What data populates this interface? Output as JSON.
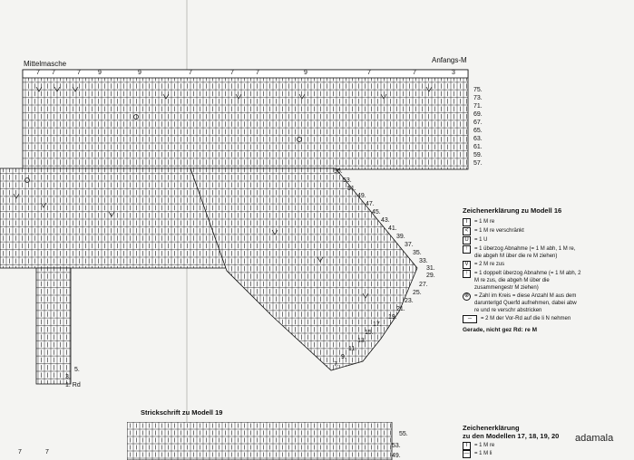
{
  "page": {
    "top_left_label": "Mittelmasche",
    "top_right_label": "Anfangs-M",
    "watermark": "adamala"
  },
  "chart_top": {
    "repeat_numbers": [
      "7",
      "7",
      "7",
      "9",
      "9",
      "7",
      "7",
      "7",
      "9",
      "7",
      "7",
      "3"
    ],
    "row_labels_right": [
      "75.",
      "73.",
      "71.",
      "69.",
      "67.",
      "65.",
      "63.",
      "61.",
      "59.",
      "57."
    ],
    "row_labels_diag": [
      "55.",
      "53.",
      "51.",
      "49.",
      "47.",
      "45.",
      "43.",
      "41.",
      "39.",
      "37.",
      "35.",
      "33.",
      "31.",
      "29.",
      "27.",
      "25.",
      "23.",
      "21.",
      "19.",
      "17.",
      "15.",
      "13.",
      "11.",
      "9.",
      "7."
    ],
    "row_labels_left": [
      "5.",
      "3.",
      "1. Rd"
    ]
  },
  "legend_16": {
    "title": "Zeichenerklärung zu Modell 16",
    "items": [
      {
        "symbol": "I",
        "text": "= 1 M re"
      },
      {
        "symbol": "<",
        "text": "= 1 M re verschränkt"
      },
      {
        "symbol": "U",
        "text": "= 1 U"
      },
      {
        "symbol": "↑",
        "text": "= 1 überzog Abnahme (= 1 M abh, 1 M re, die abgeh M über die re M ziehen)"
      },
      {
        "symbol": "V",
        "text": "= 2 M re zus"
      },
      {
        "symbol": "↑",
        "text": "= 1 doppelt überzog Abnahme (= 1 M abh, 2 M re zus, die abgeh M über die zusammengestr M ziehen)"
      },
      {
        "symbol": "⊗",
        "text": "= Zahl im Kreis = diese Anzahl M aus dem darunterlgd Querfd aufnehmen, dabei abw re und re verschr abstricken"
      },
      {
        "symbol": "─",
        "text": "= 2 M der Vor-Rd auf die li N nehmen"
      }
    ],
    "footer": "Gerade, nicht gez Rd: re M"
  },
  "chart_19": {
    "title": "Strickschrift zu Modell 19",
    "row_labels": [
      "55.",
      "53.",
      "49."
    ],
    "left_numbers": [
      "7",
      "7"
    ]
  },
  "legend_17_20": {
    "title_line1": "Zeichenerklärung",
    "title_line2": "zu den Modellen 17, 18, 19, 20",
    "items": [
      {
        "symbol": "I",
        "text": "= 1 M re"
      },
      {
        "symbol": "—",
        "text": "= 1 M li"
      }
    ]
  }
}
